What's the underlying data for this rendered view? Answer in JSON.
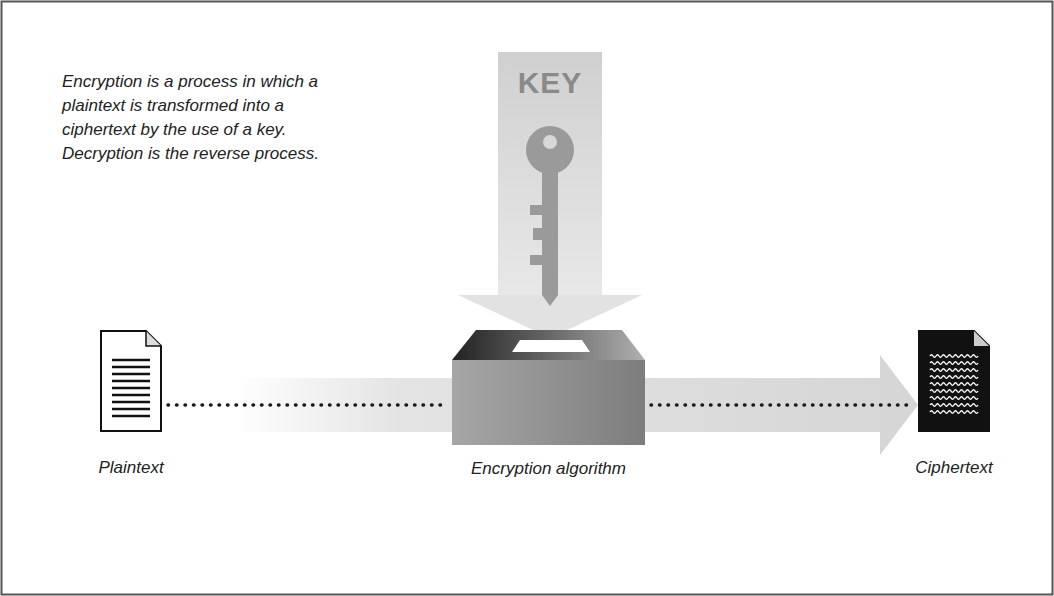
{
  "diagram": {
    "nodes": [
      {
        "text": [
          "Plaintext"
        ]
      },
      {
        "text": [
          "Encryption algorithm"
        ]
      },
      {
        "text": [
          "Ciphertext"
        ]
      }
    ],
    "edges": [
      {
        "from": 0,
        "to": 1,
        "arrow": "none"
      },
      {
        "from": 1,
        "to": 2,
        "arrow": "to"
      }
    ],
    "labels": [
      "Encryption is a process in which a plaintext is transformed into a ciphertext by the use of a key. Decryption is the reverse process.",
      "KEY"
    ]
  }
}
